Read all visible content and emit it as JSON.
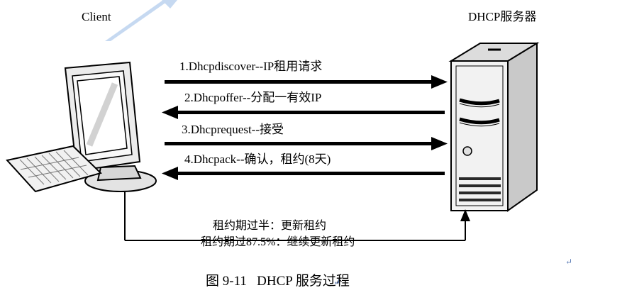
{
  "diagram": {
    "client_label": "Client",
    "server_label": "DHCP服务器",
    "steps": [
      {
        "label": "1.Dhcpdiscover--IP租用请求",
        "direction": "client-to-server"
      },
      {
        "label": "2.Dhcpoffer--分配一有效IP",
        "direction": "server-to-client"
      },
      {
        "label": "3.Dhcprequest--接受",
        "direction": "client-to-server"
      },
      {
        "label": "4.Dhcpack--确认，租约(8天)",
        "direction": "server-to-client"
      }
    ],
    "lease_note_half": "租约期过半：更新租约",
    "lease_note_87": "租约期过87.5%：继续更新租约",
    "caption": "图 9-11   DHCP 服务过程",
    "return_mark": "↵",
    "colors": {
      "arrow": "#000000",
      "watermark": "#c6d9f1",
      "server_side": "#c9c9c9",
      "server_top": "#dcdcdc",
      "server_front": "#f2f2f2"
    }
  }
}
